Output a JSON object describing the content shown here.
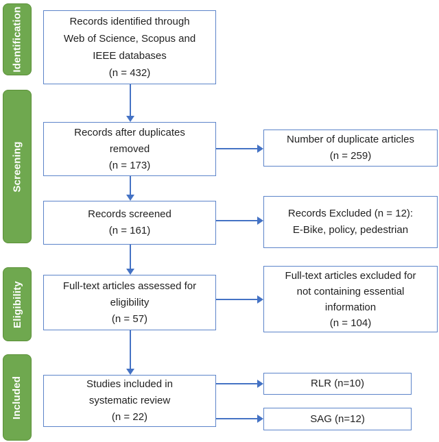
{
  "colors": {
    "stage_fill": "#6fa84f",
    "stage_border": "#5b9038",
    "stage_text": "#ffffff",
    "box_border": "#5b83c9",
    "arrow": "#4472c4",
    "box_text": "#1f1f1f",
    "background": "#ffffff"
  },
  "stages": [
    {
      "label": "Identification"
    },
    {
      "label": "Screening"
    },
    {
      "label": "Eligibility"
    },
    {
      "label": "Included"
    }
  ],
  "flow": {
    "identified": {
      "text": "Records identified through\nWeb of Science, Scopus and\nIEEE databases\n(n = 432)"
    },
    "after_duplicates": {
      "text": "Records after duplicates\nremoved\n(n = 173)"
    },
    "screened": {
      "text": "Records screened\n(n = 161)"
    },
    "fulltext_assessed": {
      "text": "Full-text articles assessed for\neligibility\n(n = 57)"
    },
    "included": {
      "text": "Studies included in\nsystematic review\n(n = 22)"
    }
  },
  "side": {
    "duplicates": {
      "text": "Number of duplicate articles\n(n = 259)"
    },
    "excluded": {
      "text": "Records Excluded (n = 12):\nE-Bike, policy, pedestrian"
    },
    "fulltext_excluded": {
      "text": "Full-text articles excluded for\nnot containing essential\ninformation\n(n = 104)"
    },
    "rlr": {
      "text": "RLR (n=10)"
    },
    "sag": {
      "text": "SAG (n=12)"
    }
  }
}
